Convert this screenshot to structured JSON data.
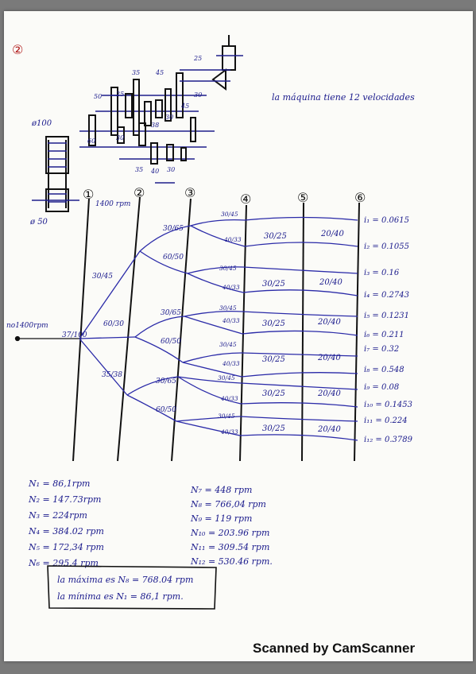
{
  "problem_number": "②",
  "note": "la máquina tiene 12 velocidades",
  "pulleys": {
    "top": "ø100",
    "bottom": "ø 50"
  },
  "gear_labels": [
    "35",
    "45",
    "25",
    "50",
    "25",
    "30",
    "45",
    "30",
    "38",
    "60",
    "30",
    "35",
    "40",
    "30"
  ],
  "input_rpm_label": "1400 rpm",
  "shaft_numbers": [
    "①",
    "②",
    "③",
    "④",
    "⑤",
    "⑥"
  ],
  "input_speed": "no1400rpm",
  "first_ratio": "37/100",
  "stage1": [
    "30/45",
    "60/30",
    "35/38"
  ],
  "stage2": [
    "30/65",
    "60/50",
    "30/65",
    "60/50",
    "30/65",
    "60/50"
  ],
  "stage3": [
    "30/45",
    "40/33",
    "30/45",
    "40/33",
    "30/45",
    "40/33",
    "30/45",
    "40/33",
    "30/45",
    "40/33",
    "30/45",
    "40/33"
  ],
  "stage4a": [
    "30/25",
    "30/25",
    "30/25",
    "30/25",
    "30/25",
    "30/25"
  ],
  "stage4b": [
    "20/40",
    "20/40",
    "20/40",
    "20/40",
    "20/40",
    "20/40"
  ],
  "ratios": [
    "i₁ = 0.0615",
    "i₂ = 0.1055",
    "i₃ = 0.16",
    "i₄ = 0.2743",
    "i₅ = 0.1231",
    "i₆ = 0.211",
    "i₇ = 0.32",
    "i₈ = 0.548",
    "i₉ = 0.08",
    "i₁₀ = 0.1453",
    "i₁₁ = 0.224",
    "i₁₂ = 0.3789"
  ],
  "speeds_left": [
    "N₁ = 86,1rpm",
    "N₂ = 147.73rpm",
    "N₃ = 224rpm",
    "N₄ = 384.02 rpm",
    "N₅ = 172,34 rpm",
    "N₆ = 295.4 rpm"
  ],
  "speeds_right": [
    "N₇ = 448 rpm",
    "N₈ = 766,04 rpm",
    "N₉ = 119 rpm",
    "N₁₀ = 203.96 rpm",
    "N₁₁ = 309.54 rpm",
    "N₁₂ = 530.46 rpm."
  ],
  "summary": [
    "la máxima es  N₈ = 768.04 rpm",
    "la mínima es  N₁ = 86,1 rpm."
  ],
  "footer": "Scanned by CamScanner"
}
